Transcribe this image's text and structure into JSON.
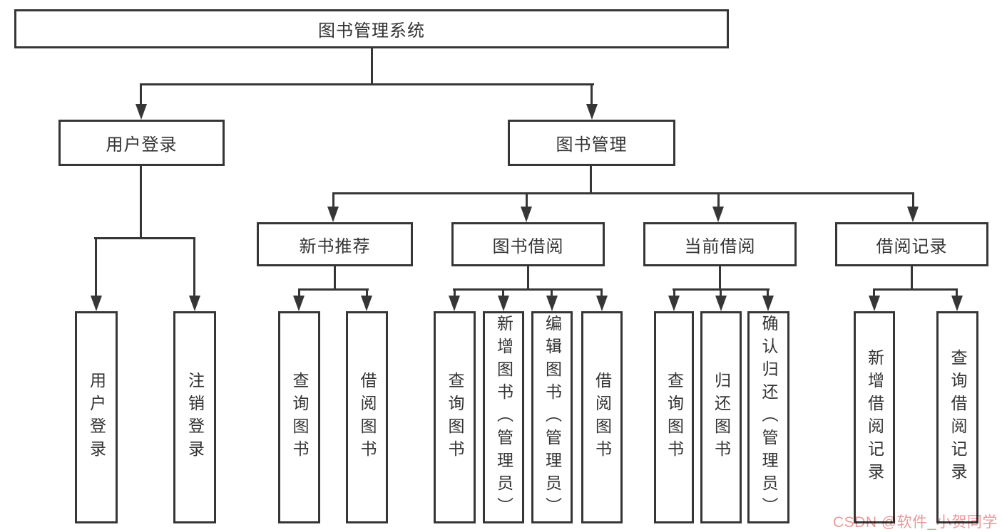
{
  "diagram": {
    "type": "org-tree",
    "title": "图书管理系统",
    "children": [
      {
        "label": "用户登录",
        "children": [
          {
            "label": "用户登录"
          },
          {
            "label": "注销登录"
          }
        ]
      },
      {
        "label": "图书管理",
        "children": [
          {
            "label": "新书推荐",
            "children": [
              {
                "label": "查询图书"
              },
              {
                "label": "借阅图书"
              }
            ]
          },
          {
            "label": "图书借阅",
            "children": [
              {
                "label": "查询图书"
              },
              {
                "label": "新增图书（管理员）"
              },
              {
                "label": "编辑图书（管理员）"
              },
              {
                "label": "借阅图书"
              }
            ]
          },
          {
            "label": "当前借阅",
            "children": [
              {
                "label": "查询图书"
              },
              {
                "label": "归还图书"
              },
              {
                "label": "确认归还（管理员）"
              }
            ]
          },
          {
            "label": "借阅记录",
            "children": [
              {
                "label": "新增借阅记录"
              },
              {
                "label": "查询借阅记录"
              }
            ]
          }
        ]
      }
    ]
  },
  "watermark": {
    "text": "CSDN @软件_小贺同学",
    "color": "#e89a9a"
  },
  "colors": {
    "line": "#363636",
    "border": "#363636",
    "text": "#333333",
    "background": "#ffffff"
  }
}
